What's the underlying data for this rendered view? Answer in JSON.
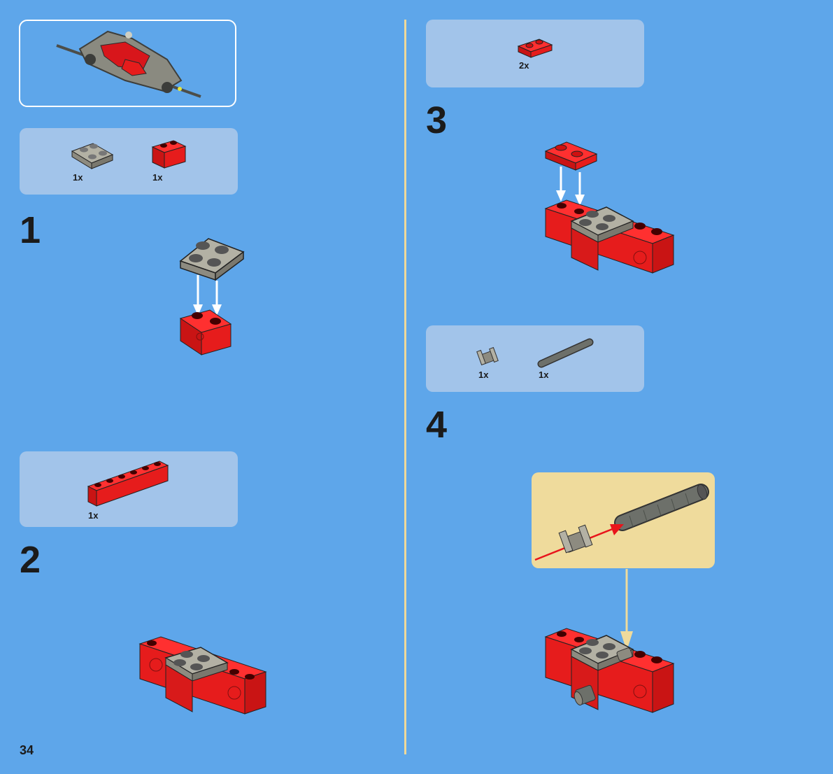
{
  "page": {
    "number": "34"
  },
  "steps": [
    {
      "number": "1",
      "parts": [
        {
          "qty": "1x",
          "icon": "gray-plate-2x2-icon"
        },
        {
          "qty": "1x",
          "icon": "red-technic-brick-1x2-icon"
        }
      ]
    },
    {
      "number": "2",
      "parts": [
        {
          "qty": "1x",
          "icon": "red-technic-brick-1x6-icon"
        }
      ]
    },
    {
      "number": "3",
      "parts": [
        {
          "qty": "2x",
          "icon": "red-plate-1x2-icon"
        }
      ]
    },
    {
      "number": "4",
      "parts": [
        {
          "qty": "1x",
          "icon": "gray-bushing-icon"
        },
        {
          "qty": "1x",
          "icon": "dark-gray-axle-icon"
        }
      ]
    }
  ],
  "colors": {
    "background": "#5ea6ea",
    "parts_panel": "#a2c4ea",
    "callout": "#efdb9c",
    "divider": "#efd99a",
    "red_brick": "#e61c1c",
    "gray_plate": "#a9a79a",
    "dark_gray": "#5a5d57",
    "arrow_red": "#e8141b"
  }
}
